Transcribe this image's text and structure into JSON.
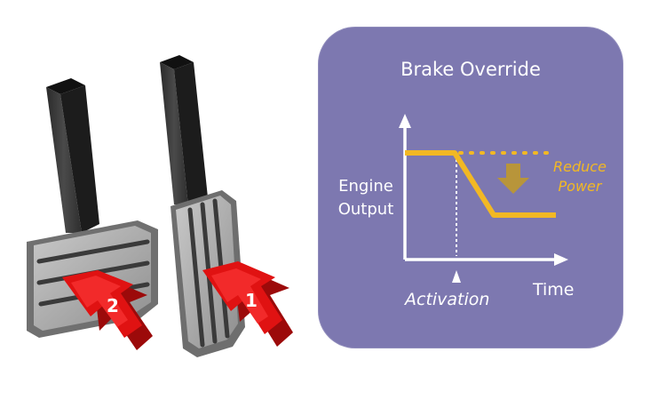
{
  "pedals": {
    "left_number": "2",
    "right_number": "1"
  },
  "diagram": {
    "title": "Brake Override",
    "y_label_line1": "Engine",
    "y_label_line2": "Output",
    "x_label": "Time",
    "activation_label": "Activation",
    "reduce_line1": "Reduce",
    "reduce_line2": "Power"
  },
  "colors": {
    "panel": "#7d78b0",
    "engine_line": "#f2b824",
    "reduce_arrow": "#b8953a",
    "pedal_arrow": "#e01010"
  },
  "icons": [
    "brake-pedal-icon",
    "accelerator-pedal-icon",
    "down-arrow-icon"
  ]
}
